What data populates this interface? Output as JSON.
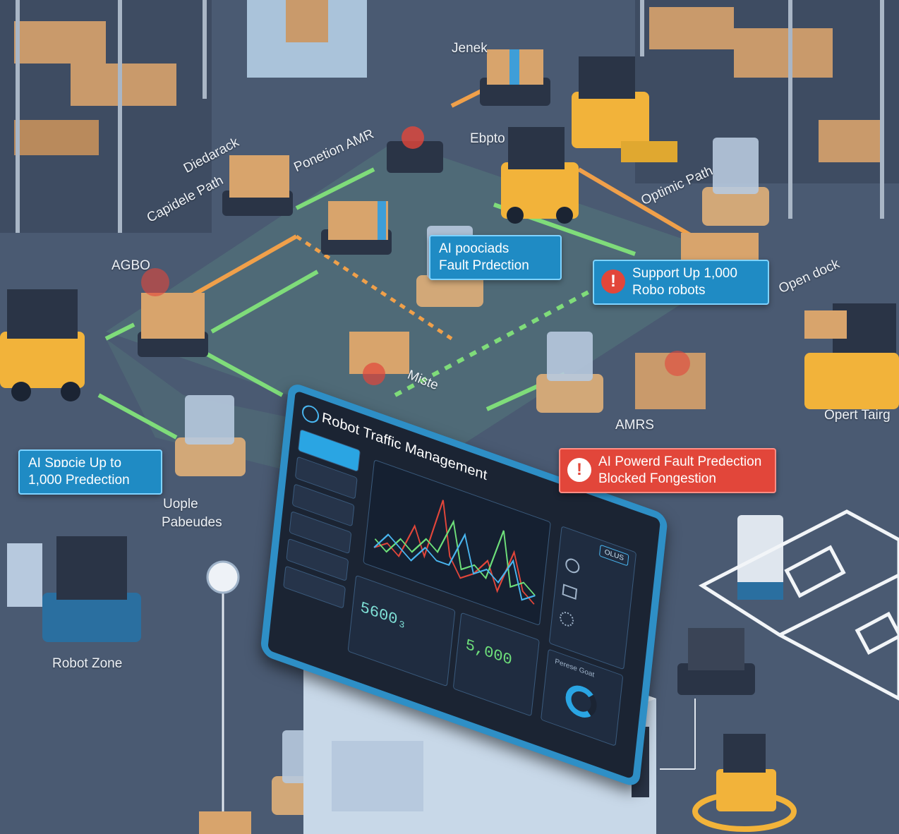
{
  "colors": {
    "floor": "#4a5a72",
    "path_green": "#7fdc7a",
    "path_orange": "#f0a04a",
    "accent_blue": "#2e8fc6",
    "alert_red": "#e2463a"
  },
  "labels": {
    "jenek": "Jenek",
    "ebpto": "Ebpto",
    "diedarack": "Diedarack",
    "capidele_path": "Capidele Path",
    "ponetion_amr": "Ponetion AMR",
    "optimic_path": "Optimic Path",
    "agbo": "AGBO",
    "open_dock": "Open dock",
    "miste": "Miste",
    "amrs": "AMRS",
    "opert_tairg": "Opert Tairg",
    "uople": "Uople",
    "pabeudes": "Pabeudes",
    "robot_zone": "Robot Zone"
  },
  "callouts": {
    "ai_fault": {
      "line1": "AI poociads",
      "line2": "Fault Prdection"
    },
    "support": {
      "line1": "Support Up 1,000",
      "line2": "Robo robots"
    },
    "ai_scale": {
      "line1": "AI Sɒɒcie Up to",
      "line2": "1,000 Predection"
    },
    "ai_powered": {
      "line1": "AI Powerd Fault Predection",
      "line2": "Blocked Fongestion"
    }
  },
  "dashboard": {
    "title": "Robot Traffic Management",
    "stat_left": "5600₃",
    "stat_right": "5,000",
    "button": "OLUS",
    "gauge_label": "Perese Goat"
  },
  "chart_data": {
    "type": "line",
    "title": "",
    "series": [
      {
        "name": "",
        "color": "#e2463a",
        "values": [
          1,
          2,
          1,
          5,
          2,
          9,
          3,
          1,
          2,
          4,
          1,
          6,
          2,
          1
        ]
      },
      {
        "name": "",
        "color": "#6ee07a",
        "values": [
          2,
          1,
          3,
          2,
          4,
          3,
          7,
          2,
          3,
          2,
          8,
          2,
          3,
          2
        ]
      },
      {
        "name": "",
        "color": "#49b6f0",
        "values": [
          1,
          3,
          2,
          1,
          3,
          2,
          2,
          6,
          2,
          3,
          2,
          5,
          1,
          2
        ]
      }
    ]
  }
}
